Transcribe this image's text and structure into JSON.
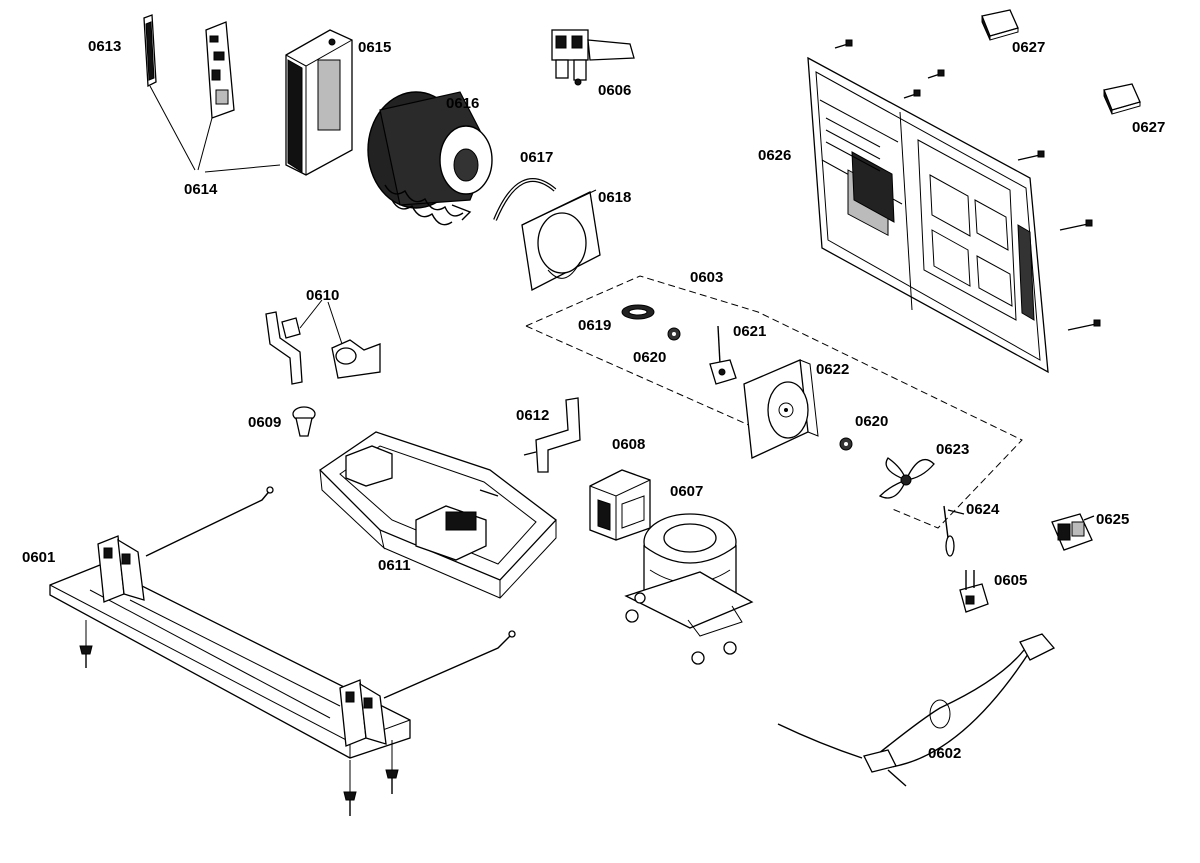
{
  "labels": {
    "p0601": "0601",
    "p0602": "0602",
    "p0603": "0603",
    "p0605": "0605",
    "p0606": "0606",
    "p0607": "0607",
    "p0608": "0608",
    "p0609": "0609",
    "p0610": "0610",
    "p0611": "0611",
    "p0612": "0612",
    "p0613": "0613",
    "p0614": "0614",
    "p0615": "0615",
    "p0616": "0616",
    "p0617": "0617",
    "p0618": "0618",
    "p0619": "0619",
    "p0620": "0620",
    "p0621": "0621",
    "p0622": "0622",
    "p0623": "0623",
    "p0624": "0624",
    "p0625": "0625",
    "p0626": "0626",
    "p0627": "0627"
  }
}
